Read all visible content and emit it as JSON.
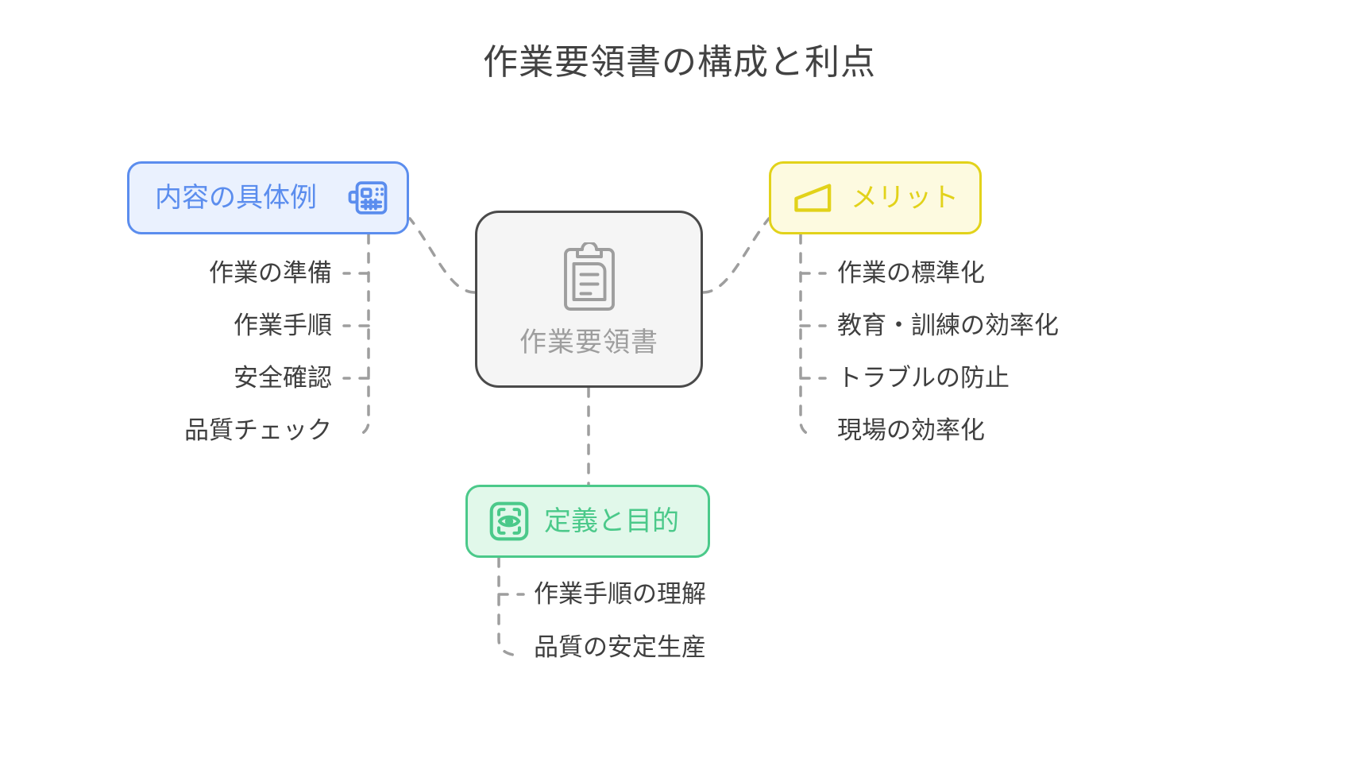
{
  "header": {
    "title": "作業要領書の構成と利点"
  },
  "center": {
    "label": "作業要領書",
    "icon": "clipboard-icon",
    "color": "#9e9e9e",
    "border_color": "#4a4a4a",
    "fill_color": "#f5f5f5"
  },
  "branches": [
    {
      "id": "content",
      "label": "内容の具体例",
      "icon": "vending-machine-icon",
      "color": "#5b8dee",
      "fill_color": "#eaf1fe",
      "side": "left",
      "items": [
        "作業の準備",
        "作業手順",
        "安全確認",
        "品質チェック"
      ]
    },
    {
      "id": "merit",
      "label": "メリット",
      "icon": "flag-quad-icon",
      "color": "#e2d21a",
      "fill_color": "#fdfae0",
      "side": "right",
      "items": [
        "作業の標準化",
        "教育・訓練の効率化",
        "トラブルの防止",
        "現場の効率化"
      ]
    },
    {
      "id": "purpose",
      "label": "定義と目的",
      "icon": "eye-scan-icon",
      "color": "#4bc98a",
      "fill_color": "#e1f8ea",
      "side": "bottom",
      "items": [
        "作業手順の理解",
        "品質の安定生産"
      ]
    }
  ],
  "chart_data": {
    "type": "diagram",
    "title": "作業要領書の構成と利点",
    "root": "作業要領書",
    "nodes": [
      {
        "name": "内容の具体例",
        "children": [
          "作業の準備",
          "作業手順",
          "安全確認",
          "品質チェック"
        ]
      },
      {
        "name": "メリット",
        "children": [
          "作業の標準化",
          "教育・訓練の効率化",
          "トラブルの防止",
          "現場の効率化"
        ]
      },
      {
        "name": "定義と目的",
        "children": [
          "作業手順の理解",
          "品質の安定生産"
        ]
      }
    ]
  },
  "style": {
    "connector_color": "#9e9e9e",
    "background": "#ffffff",
    "text_color": "#3f3f3f"
  }
}
